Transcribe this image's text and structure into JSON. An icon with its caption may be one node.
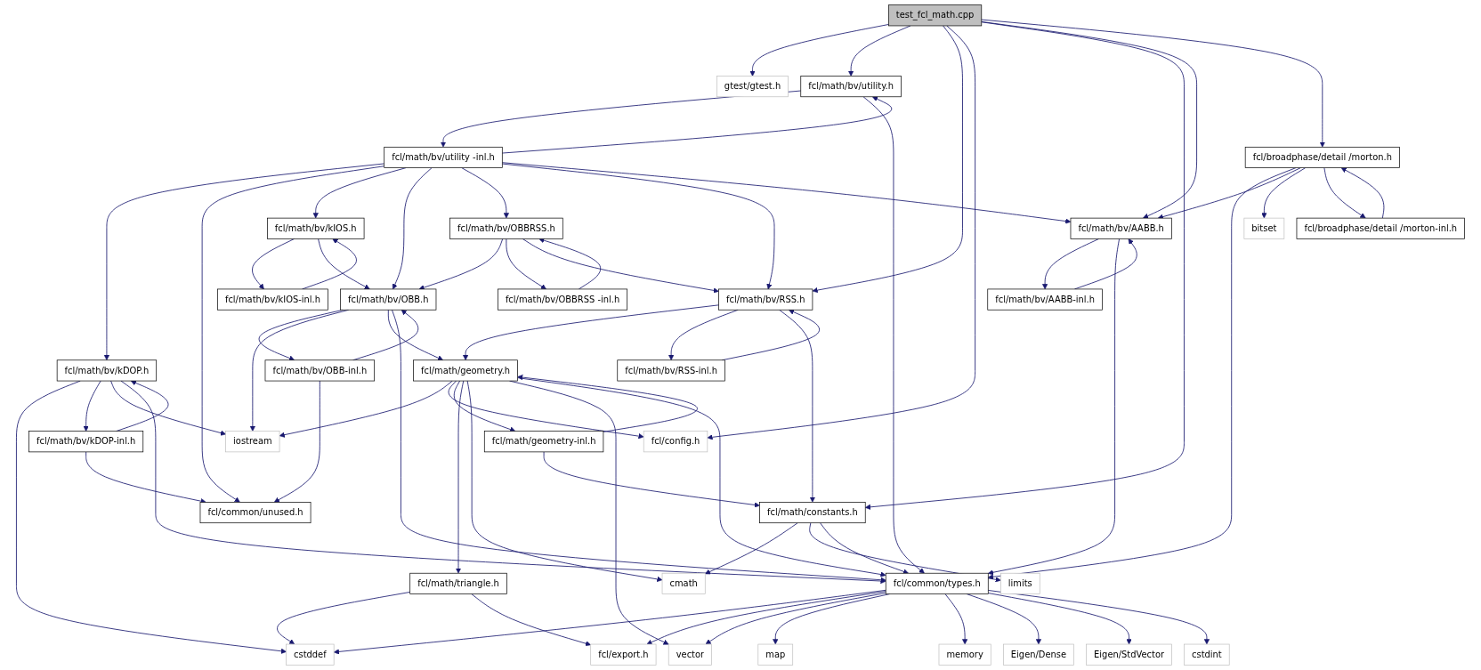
{
  "diagram": {
    "nodes": [
      {
        "text": [
          "test_fcl_math.cpp"
        ]
      },
      {
        "text": [
          "gtest/gtest.h"
        ]
      },
      {
        "text": [
          "fcl/math/bv/utility.h"
        ]
      },
      {
        "text": [
          "fcl/math/bv/utility -inl.h"
        ]
      },
      {
        "text": [
          "fcl/broadphase/detail /morton.h"
        ]
      },
      {
        "text": [
          "fcl/math/bv/AABB.h"
        ]
      },
      {
        "text": [
          "bitset"
        ]
      },
      {
        "text": [
          "fcl/broadphase/detail /morton-inl.h"
        ]
      },
      {
        "text": [
          "fcl/math/bv/kIOS.h"
        ]
      },
      {
        "text": [
          "fcl/math/bv/OBBRSS.h"
        ]
      },
      {
        "text": [
          "fcl/math/bv/kDOP.h"
        ]
      },
      {
        "text": [
          "fcl/math/bv/kIOS-inl.h"
        ]
      },
      {
        "text": [
          "fcl/math/bv/OBB.h"
        ]
      },
      {
        "text": [
          "fcl/math/bv/OBBRSS -inl.h"
        ]
      },
      {
        "text": [
          "fcl/math/bv/RSS.h"
        ]
      },
      {
        "text": [
          "fcl/math/bv/AABB-inl.h"
        ]
      },
      {
        "text": [
          "fcl/math/bv/kDOP-inl.h"
        ]
      },
      {
        "text": [
          "fcl/math/bv/OBB-inl.h"
        ]
      },
      {
        "text": [
          "fcl/math/geometry.h"
        ]
      },
      {
        "text": [
          "fcl/math/bv/RSS-inl.h"
        ]
      },
      {
        "text": [
          "fcl/common/unused.h"
        ]
      },
      {
        "text": [
          "iostream"
        ]
      },
      {
        "text": [
          "fcl/math/geometry-inl.h"
        ]
      },
      {
        "text": [
          "fcl/config.h"
        ]
      },
      {
        "text": [
          "fcl/math/constants.h"
        ]
      },
      {
        "text": [
          "fcl/math/triangle.h"
        ]
      },
      {
        "text": [
          "cmath"
        ]
      },
      {
        "text": [
          "limits"
        ]
      },
      {
        "text": [
          "fcl/common/types.h"
        ]
      },
      {
        "text": [
          "cstddef"
        ]
      },
      {
        "text": [
          "fcl/export.h"
        ]
      },
      {
        "text": [
          "vector"
        ]
      },
      {
        "text": [
          "map"
        ]
      },
      {
        "text": [
          "memory"
        ]
      },
      {
        "text": [
          "Eigen/Dense"
        ]
      },
      {
        "text": [
          "Eigen/StdVector"
        ]
      },
      {
        "text": [
          "cstdint"
        ]
      }
    ],
    "edges": [
      {
        "from": 0,
        "to": 1,
        "arrow": "to"
      },
      {
        "from": 0,
        "to": 2,
        "arrow": "to"
      },
      {
        "from": 0,
        "to": 14,
        "arrow": "to"
      },
      {
        "from": 0,
        "to": 23,
        "arrow": "to"
      },
      {
        "from": 0,
        "to": 24,
        "arrow": "to"
      },
      {
        "from": 0,
        "to": 5,
        "arrow": "to"
      },
      {
        "from": 0,
        "to": 4,
        "arrow": "to"
      },
      {
        "from": 2,
        "to": 3,
        "arrow": "to"
      },
      {
        "from": 2,
        "to": 28,
        "arrow": "to"
      },
      {
        "from": 3,
        "to": 2,
        "arrow": "to"
      },
      {
        "from": 3,
        "to": 10,
        "arrow": "to"
      },
      {
        "from": 3,
        "to": 20,
        "arrow": "to"
      },
      {
        "from": 3,
        "to": 8,
        "arrow": "to"
      },
      {
        "from": 3,
        "to": 12,
        "arrow": "to"
      },
      {
        "from": 3,
        "to": 9,
        "arrow": "to"
      },
      {
        "from": 3,
        "to": 14,
        "arrow": "to"
      },
      {
        "from": 3,
        "to": 5,
        "arrow": "to"
      },
      {
        "from": 4,
        "to": 28,
        "arrow": "to"
      },
      {
        "from": 4,
        "to": 5,
        "arrow": "to"
      },
      {
        "from": 4,
        "to": 6,
        "arrow": "to"
      },
      {
        "from": 4,
        "to": 7,
        "arrow": "to"
      },
      {
        "from": 5,
        "to": 15,
        "arrow": "to"
      },
      {
        "from": 5,
        "to": 28,
        "arrow": "to"
      },
      {
        "from": 7,
        "to": 4,
        "arrow": "to"
      },
      {
        "from": 8,
        "to": 11,
        "arrow": "to"
      },
      {
        "from": 8,
        "to": 12,
        "arrow": "to"
      },
      {
        "from": 9,
        "to": 12,
        "arrow": "to"
      },
      {
        "from": 9,
        "to": 13,
        "arrow": "to"
      },
      {
        "from": 9,
        "to": 14,
        "arrow": "to"
      },
      {
        "from": 10,
        "to": 29,
        "arrow": "to"
      },
      {
        "from": 10,
        "to": 16,
        "arrow": "to"
      },
      {
        "from": 10,
        "to": 21,
        "arrow": "to"
      },
      {
        "from": 10,
        "to": 28,
        "arrow": "to"
      },
      {
        "from": 11,
        "to": 8,
        "arrow": "to"
      },
      {
        "from": 12,
        "to": 17,
        "arrow": "to"
      },
      {
        "from": 12,
        "to": 21,
        "arrow": "to"
      },
      {
        "from": 12,
        "to": 18,
        "arrow": "to"
      },
      {
        "from": 12,
        "to": 28,
        "arrow": "to"
      },
      {
        "from": 13,
        "to": 9,
        "arrow": "to"
      },
      {
        "from": 14,
        "to": 18,
        "arrow": "to"
      },
      {
        "from": 14,
        "to": 19,
        "arrow": "to"
      },
      {
        "from": 14,
        "to": 24,
        "arrow": "to"
      },
      {
        "from": 15,
        "to": 5,
        "arrow": "to"
      },
      {
        "from": 16,
        "to": 10,
        "arrow": "to"
      },
      {
        "from": 16,
        "to": 20,
        "arrow": "to"
      },
      {
        "from": 17,
        "to": 12,
        "arrow": "to"
      },
      {
        "from": 17,
        "to": 20,
        "arrow": "to"
      },
      {
        "from": 18,
        "to": 21,
        "arrow": "to"
      },
      {
        "from": 18,
        "to": 23,
        "arrow": "to"
      },
      {
        "from": 18,
        "to": 22,
        "arrow": "to"
      },
      {
        "from": 18,
        "to": 25,
        "arrow": "to"
      },
      {
        "from": 18,
        "to": 26,
        "arrow": "to"
      },
      {
        "from": 18,
        "to": 31,
        "arrow": "to"
      },
      {
        "from": 18,
        "to": 28,
        "arrow": "to"
      },
      {
        "from": 19,
        "to": 14,
        "arrow": "to"
      },
      {
        "from": 22,
        "to": 18,
        "arrow": "to"
      },
      {
        "from": 22,
        "to": 24,
        "arrow": "to"
      },
      {
        "from": 24,
        "to": 26,
        "arrow": "to"
      },
      {
        "from": 24,
        "to": 27,
        "arrow": "to"
      },
      {
        "from": 24,
        "to": 28,
        "arrow": "to"
      },
      {
        "from": 25,
        "to": 29,
        "arrow": "to"
      },
      {
        "from": 25,
        "to": 30,
        "arrow": "to"
      },
      {
        "from": 28,
        "to": 29,
        "arrow": "to"
      },
      {
        "from": 28,
        "to": 30,
        "arrow": "to"
      },
      {
        "from": 28,
        "to": 31,
        "arrow": "to"
      },
      {
        "from": 28,
        "to": 32,
        "arrow": "to"
      },
      {
        "from": 28,
        "to": 33,
        "arrow": "to"
      },
      {
        "from": 28,
        "to": 34,
        "arrow": "to"
      },
      {
        "from": 28,
        "to": 35,
        "arrow": "to"
      },
      {
        "from": 28,
        "to": 36,
        "arrow": "to"
      }
    ]
  }
}
